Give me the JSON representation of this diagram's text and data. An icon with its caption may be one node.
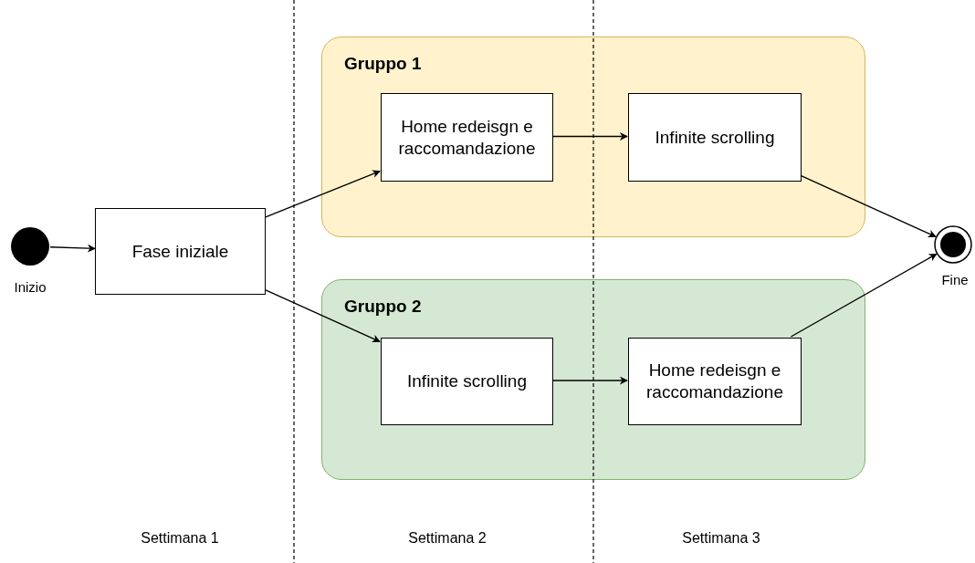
{
  "diagram": {
    "nodes": [
      {
        "text": [],
        "shape": "circle",
        "beside": [
          "Inizio"
        ]
      },
      {
        "text": [
          "Fase iniziale"
        ]
      },
      {
        "text": [
          "Gruppo 1"
        ]
      },
      {
        "text": [
          "Home redeisgn e raccomandazione"
        ],
        "in": 2
      },
      {
        "text": [
          "Infinite scrolling"
        ],
        "in": 2
      },
      {
        "text": [
          "Gruppo 2"
        ]
      },
      {
        "text": [
          "Infinite scrolling"
        ],
        "in": 5
      },
      {
        "text": [
          "Home redeisgn e raccomandazione"
        ],
        "in": 5
      },
      {
        "text": [],
        "shape": "circle",
        "beside": [
          "Fine"
        ]
      }
    ],
    "edges": [
      {
        "from": 0,
        "to": 1,
        "arrow": "to"
      },
      {
        "from": 1,
        "to": 3,
        "arrow": "to"
      },
      {
        "from": 3,
        "to": 4,
        "arrow": "to"
      },
      {
        "from": 4,
        "to": 8,
        "arrow": "to"
      },
      {
        "from": 1,
        "to": 6,
        "arrow": "to"
      },
      {
        "from": 6,
        "to": 7,
        "arrow": "to"
      },
      {
        "from": 7,
        "to": 8,
        "arrow": "to"
      }
    ],
    "labels": [
      "Settimana 1",
      "Settimana 2",
      "Settimana 3"
    ]
  }
}
